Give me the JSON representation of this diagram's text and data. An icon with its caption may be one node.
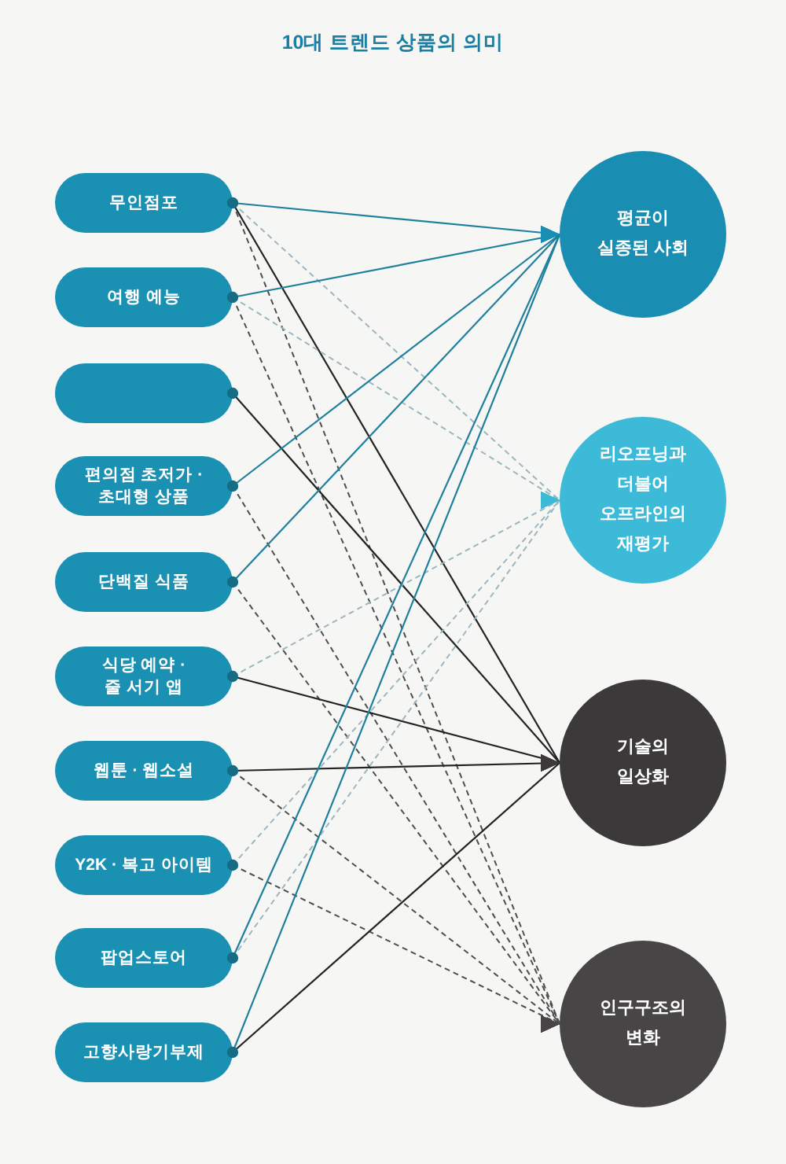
{
  "diagram": {
    "title": "10대 트렌드 상품의 의미",
    "nodes": [
      {
        "text": [
          "무인점포"
        ]
      },
      {
        "text": [
          "여행 예능"
        ]
      },
      {
        "text": [],
        "shape": "box"
      },
      {
        "text": [
          "편의점 초저가 · 초대형 상품"
        ]
      },
      {
        "text": [
          "단백질 식품"
        ]
      },
      {
        "text": [
          "식당 예약 · 줄 서기 앱"
        ]
      },
      {
        "text": [
          "웹툰 · 웹소설"
        ]
      },
      {
        "text": [
          "Y2K · 복고 아이템"
        ]
      },
      {
        "text": [
          "팝업스토어"
        ]
      },
      {
        "text": [
          "고향사랑기부제"
        ]
      },
      {
        "text": [
          "평균이 실종된 사회"
        ]
      },
      {
        "text": [
          "리오프닝과 더불어 오프라인의 재평가"
        ]
      },
      {
        "text": [
          "기술의 일상화"
        ]
      },
      {
        "text": [
          "인구구조의 변화"
        ]
      }
    ],
    "edges": [
      {
        "from": 0,
        "to": 10,
        "arrow": "to"
      },
      {
        "from": 0,
        "to": 11,
        "arrow": "to",
        "style": "dashed",
        "color": "#9cb6c0"
      },
      {
        "from": 0,
        "to": 12,
        "arrow": "to",
        "color": "#232323"
      },
      {
        "from": 0,
        "to": 13,
        "arrow": "to",
        "style": "dashed",
        "color": "#4e4e4e"
      },
      {
        "from": 1,
        "to": 10,
        "arrow": "to"
      },
      {
        "from": 1,
        "to": 11,
        "arrow": "to",
        "style": "dashed",
        "color": "#9cb6c0"
      },
      {
        "from": 1,
        "to": 13,
        "arrow": "to",
        "style": "dashed",
        "color": "#4e4e4e"
      },
      {
        "from": 2,
        "to": 12,
        "arrow": "to",
        "color": "#232323"
      },
      {
        "from": 3,
        "to": 10,
        "arrow": "to"
      },
      {
        "from": 3,
        "to": 13,
        "arrow": "to",
        "style": "dashed",
        "color": "#4e4e4e"
      },
      {
        "from": 4,
        "to": 10,
        "arrow": "to"
      },
      {
        "from": 4,
        "to": 13,
        "arrow": "to",
        "style": "dashed",
        "color": "#4e4e4e"
      },
      {
        "from": 5,
        "to": 11,
        "arrow": "to",
        "style": "dashed",
        "color": "#9cb6c0"
      },
      {
        "from": 5,
        "to": 12,
        "arrow": "to",
        "color": "#232323"
      },
      {
        "from": 6,
        "to": 12,
        "arrow": "to",
        "color": "#232323"
      },
      {
        "from": 6,
        "to": 13,
        "arrow": "to",
        "style": "dashed",
        "color": "#4e4e4e"
      },
      {
        "from": 7,
        "to": 11,
        "arrow": "to",
        "style": "dashed",
        "color": "#9cb6c0"
      },
      {
        "from": 7,
        "to": 13,
        "arrow": "to",
        "style": "dashed",
        "color": "#4e4e4e"
      },
      {
        "from": 8,
        "to": 10,
        "arrow": "to"
      },
      {
        "from": 8,
        "to": 11,
        "arrow": "to",
        "style": "dashed",
        "color": "#9cb6c0"
      },
      {
        "from": 9,
        "to": 10,
        "arrow": "to"
      },
      {
        "from": 9,
        "to": 12,
        "arrow": "to",
        "color": "#232323"
      }
    ]
  }
}
